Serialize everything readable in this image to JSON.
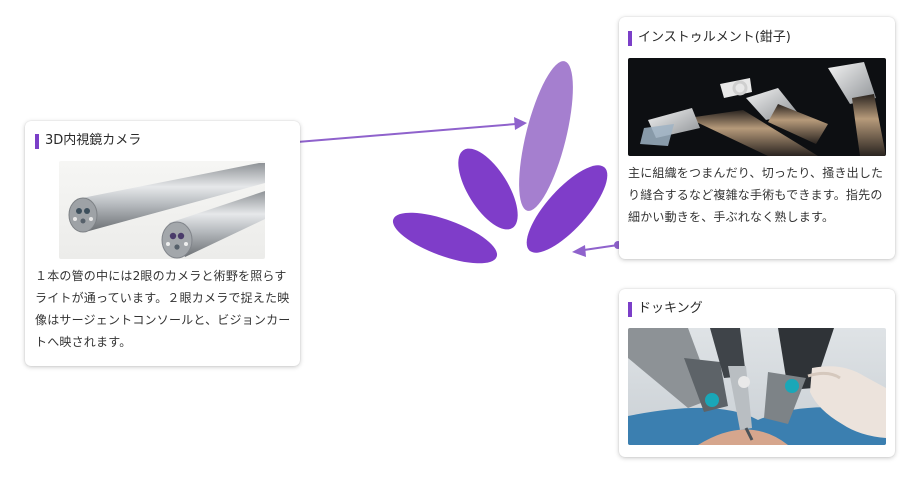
{
  "camera": {
    "title": "3D内視鏡カメラ",
    "image_alt": "2本の3D内視鏡カメラの先端",
    "description": "１本の管の中には2眼のカメラと術野を照らすライトが通っています。２眼カメラで捉えた映像はサージェントコンソールと、ビジョンカートへ映されます。"
  },
  "instrument": {
    "title": "インストゥルメント(鉗子)",
    "image_alt": "ロボット手術用の鉗子",
    "description": "主に組織をつまんだり、切ったり、掻き出したり縫合するなど複雑な手術もできます。指先の細かい動きを、手ぶれなく熟します。"
  },
  "docking": {
    "title": "ドッキング",
    "image_alt": "ロボットアームのドッキング"
  },
  "colors": {
    "accent": "#7b3fc8",
    "petal_light": "#a57fcf",
    "petal_dark": "#7f3dc9",
    "connector": "#8f62cc"
  }
}
